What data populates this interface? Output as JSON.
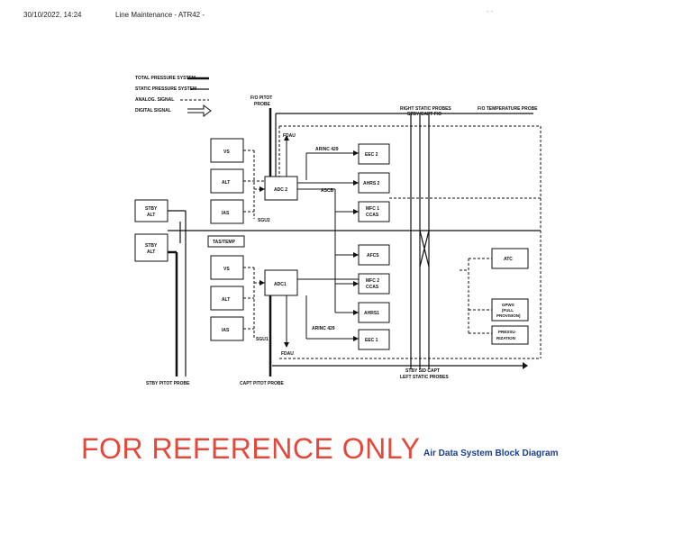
{
  "header": {
    "date": "30/10/2022, 14:24",
    "title": "Line Maintenance - ATR42 -",
    "dots": "- -"
  },
  "legend": {
    "total": "TOTAL PRESSURE SYSTEM",
    "static": "STATIC PRESSURE SYSTEM",
    "analog": "ANALOG. SIGNAL",
    "digital": "DIGITAL SIGNAL"
  },
  "labels": {
    "fo_pitot": "F/O PITOT",
    "probe": "PROBE",
    "right_static": "RIGHT STATIC PROBES",
    "stby_capt_fo": "STBY/CAPT F/O",
    "fo_temp": "F/O TEMPERATURE PROBE",
    "fdau_top": "FDAU",
    "arinc_top": "ARINC 429",
    "ascb": "ASCB",
    "sgu2": "SGU2",
    "sgu1": "SGU1",
    "arinc_bot": "ARINC 429",
    "fdau_bot": "FDAU",
    "stby_sid_capt": "STBY SID CAPT",
    "left_static": "LEFT STATIC PROBES",
    "stby_pitot": "STBY PITOT PROBE",
    "capt_pitot": "CAPT PITOT PROBE"
  },
  "boxes": {
    "vs2": "VS",
    "alt2": "ALT",
    "ias2": "IAS",
    "adc2": "ADC 2",
    "stby_alt1_a": "STBY",
    "stby_alt1_b": "ALT",
    "stby_alt2_a": "STBY",
    "stby_alt2_b": "ALT",
    "tas": "TAS/TEMP",
    "vs1": "VS",
    "alt1": "ALT",
    "ias1": "IAS",
    "adc1": "ADC1",
    "eec2": "EEC 2",
    "ahrs2": "AHRS 2",
    "mfc1_a": "MFC 1",
    "mfc1_b": "CCAS",
    "afcs": "AFCS",
    "mfc2_a": "MFC 2",
    "mfc2_b": "CCAS",
    "ahrs1": "AHRS1",
    "eec1": "EEC 1",
    "atc": "ATC",
    "gpws_a": "GPWS",
    "gpws_b": "(FULL",
    "gpws_c": "PROVISION)",
    "press_a": "PRESSU-",
    "press_b": "RIZATION"
  },
  "footer": {
    "reference": "FOR REFERENCE ONLY",
    "caption": "Air Data System Block Diagram"
  }
}
